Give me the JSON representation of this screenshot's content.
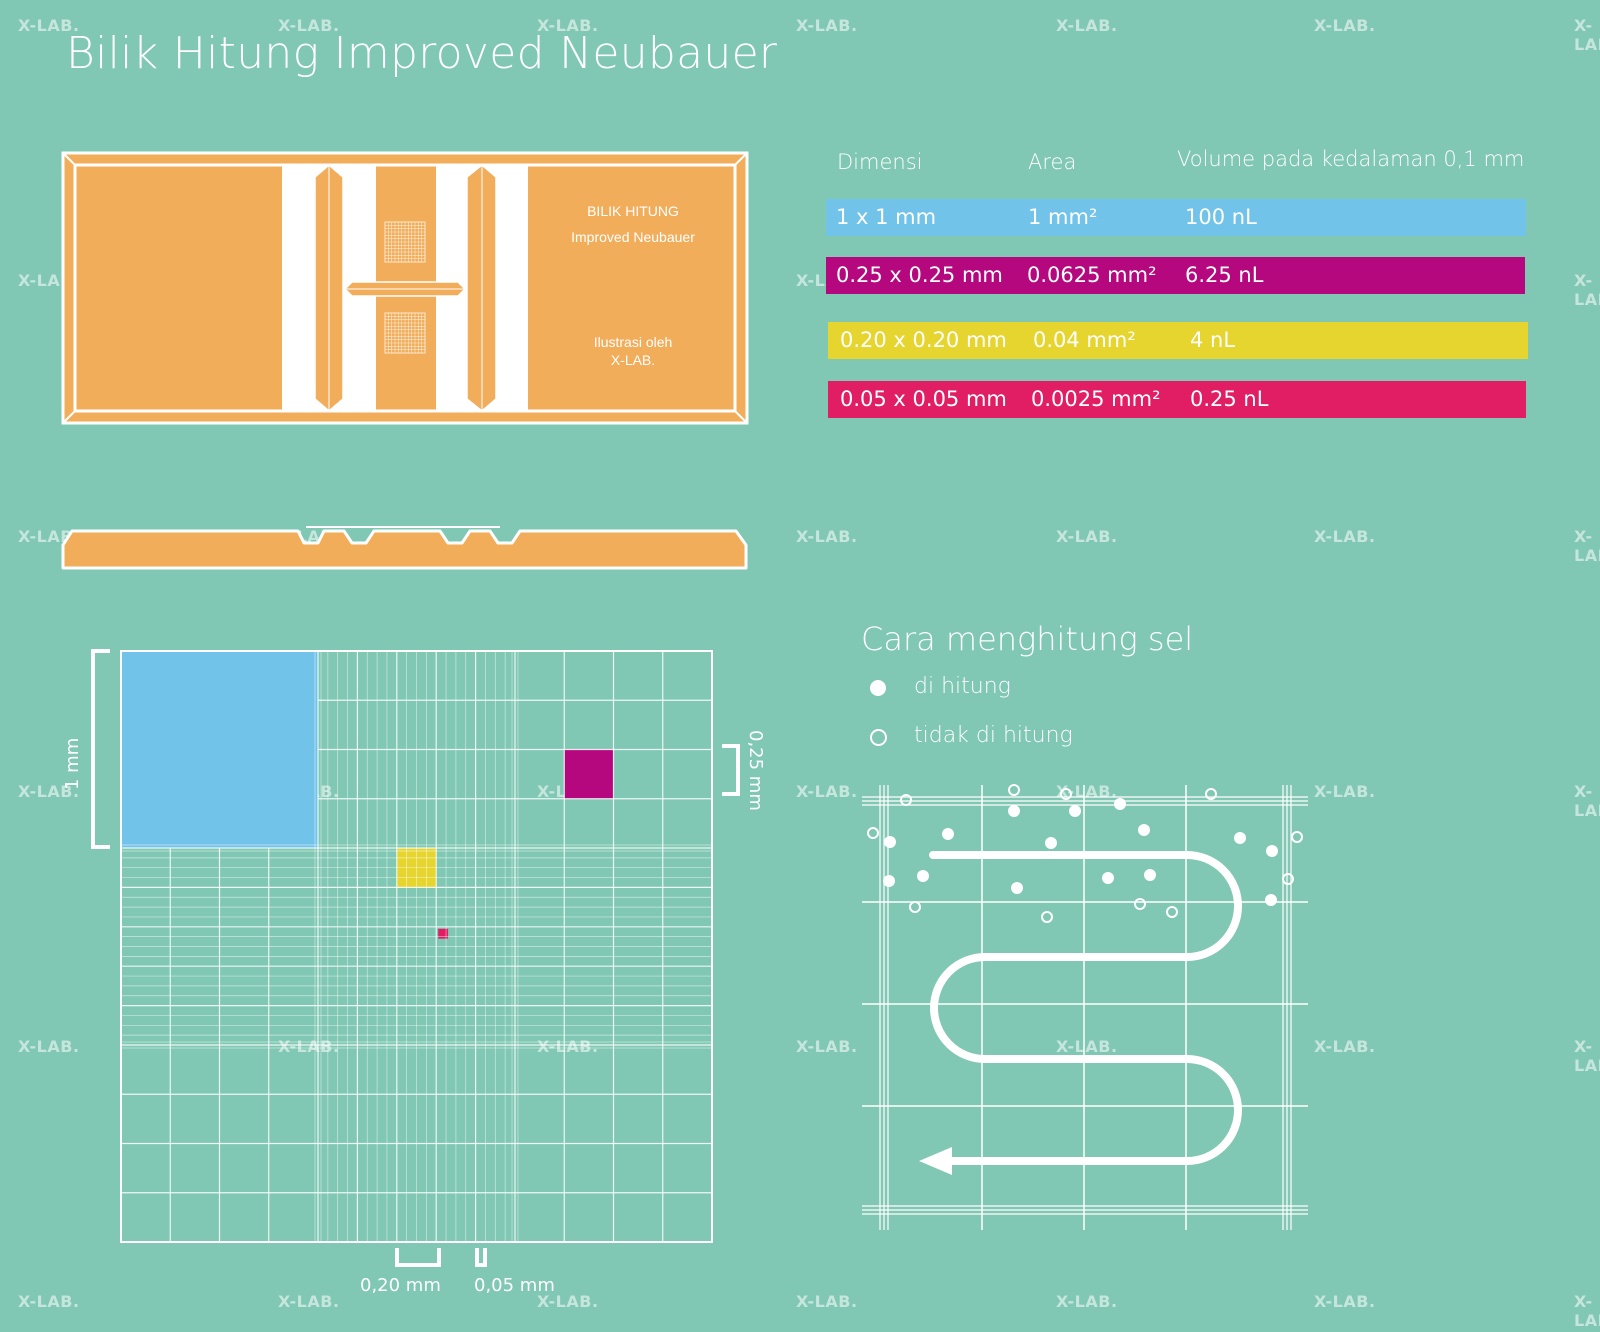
{
  "title": "Bilik Hitung Improved Neubauer",
  "slide_label": {
    "line1": "BILIK HITUNG",
    "line2": "Improved Neubauer",
    "credit1": "Ilustrasi oleh",
    "credit2": "X-LAB."
  },
  "table": {
    "headers": [
      "Dimensi",
      "Area",
      "Volume pada kedalaman 0,1 mm"
    ],
    "rows": [
      {
        "dim": "1 x 1 mm",
        "area": "1 mm²",
        "vol": "100 nL",
        "color": "#72c3ea"
      },
      {
        "dim": "0.25 x 0.25 mm",
        "area": "0.0625 mm²",
        "vol": "6.25 nL",
        "color": "#b5087e"
      },
      {
        "dim": "0.20 x 0.20 mm",
        "area": "0.04 mm²",
        "vol": "4 nL",
        "color": "#e6d42f"
      },
      {
        "dim": "0.05 x 0.05 mm",
        "area": "0.0025 mm²",
        "vol": "0.25 nL",
        "color": "#e11d63"
      }
    ]
  },
  "grid_labels": {
    "one_mm": "1 mm",
    "quarter_mm": "0,25 mm",
    "fifth_mm": "0,20 mm",
    "twentieth_mm": "0,05 mm"
  },
  "counting": {
    "title": "Cara menghitung sel",
    "counted": "di hitung",
    "not_counted": "tidak di hitung"
  },
  "watermark": "X-LAB.",
  "colors": {
    "background": "#80c7b4",
    "slide": "#f2ad5b",
    "blue": "#72c3ea",
    "magenta": "#b5087e",
    "yellow": "#e6d42f",
    "red": "#e11d63"
  }
}
